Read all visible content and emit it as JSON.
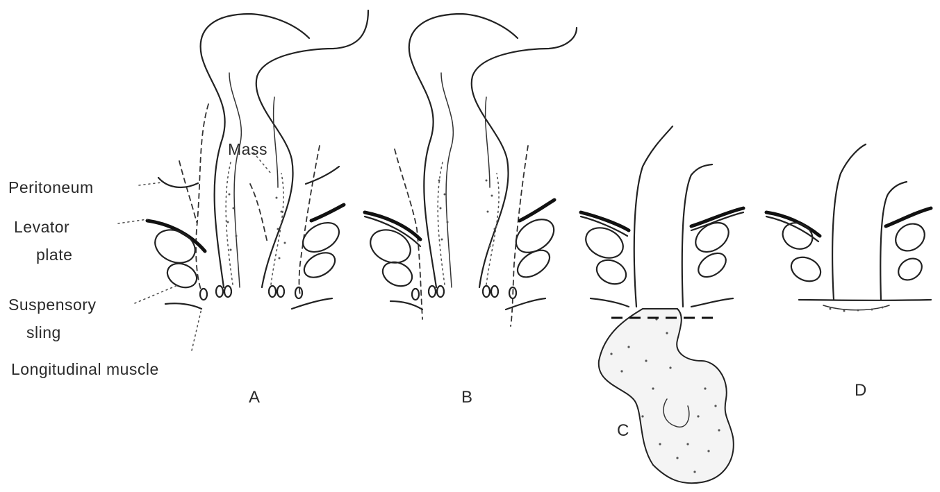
{
  "labels": {
    "peritoneum": "Peritoneum",
    "levator_line1": "Levator",
    "levator_line2": "plate",
    "suspensory_line1": "Suspensory",
    "suspensory_line2": "sling",
    "longitudinal": "Longitudinal muscle",
    "mass": "Mass"
  },
  "panels": {
    "a": "A",
    "b": "B",
    "c": "C",
    "d": "D"
  }
}
